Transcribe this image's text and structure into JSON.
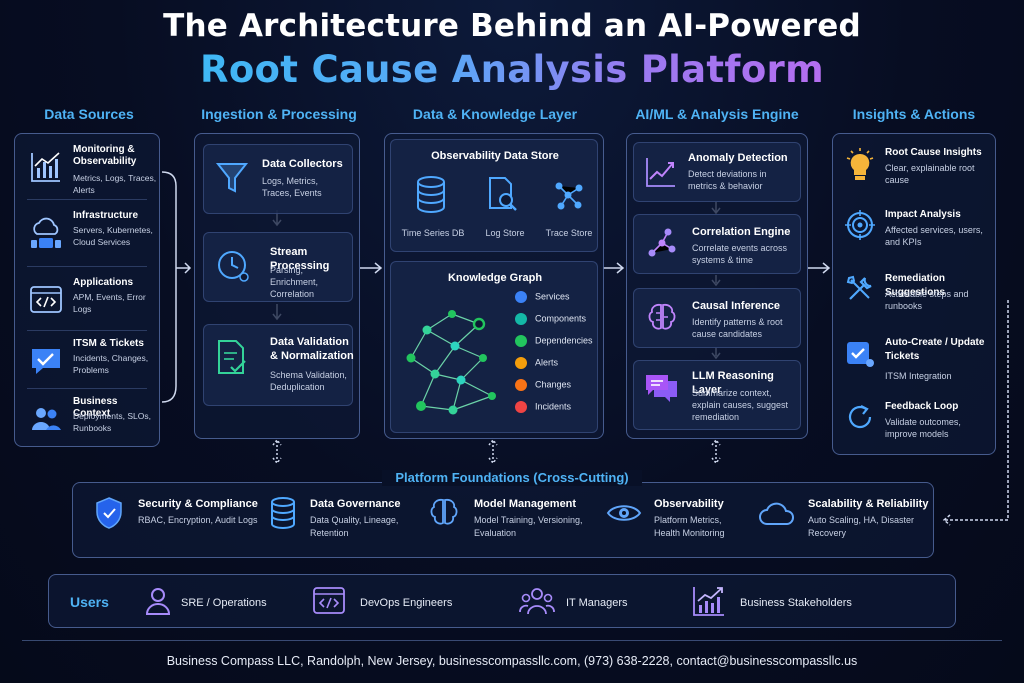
{
  "title": {
    "line1": "The Architecture Behind an AI-Powered",
    "line2": "Root Cause Analysis Platform"
  },
  "columns": {
    "data_sources": "Data Sources",
    "ingestion": "Ingestion & Processing",
    "knowledge": "Data & Knowledge Layer",
    "ai_engine": "AI/ML & Analysis Engine",
    "insights": "Insights & Actions"
  },
  "data_sources": [
    {
      "title": "Monitoring & Observability",
      "desc": "Metrics, Logs, Traces, Alerts",
      "icon": "chart-icon"
    },
    {
      "title": "Infrastructure",
      "desc": "Servers, Kubernetes, Cloud Services",
      "icon": "cloud-server-icon"
    },
    {
      "title": "Applications",
      "desc": "APM, Events, Error Logs",
      "icon": "code-window-icon"
    },
    {
      "title": "ITSM & Tickets",
      "desc": "Incidents, Changes, Problems",
      "icon": "ticket-chat-icon"
    },
    {
      "title": "Business Context",
      "desc": "Deployments, SLOs, Runbooks",
      "icon": "users-icon"
    }
  ],
  "ingestion": [
    {
      "title": "Data Collectors",
      "desc": "Logs, Metrics, Traces, Events",
      "icon": "funnel-icon"
    },
    {
      "title": "Stream Processing",
      "desc": "Parsing, Enrichment, Correlation",
      "icon": "clock-icon"
    },
    {
      "title": "Data Validation & Normalization",
      "desc": "Schema Validation, Deduplication",
      "icon": "document-check-icon"
    }
  ],
  "knowledge": {
    "store_title": "Observability Data Store",
    "stores": [
      {
        "label": "Time Series DB",
        "icon": "database-icon"
      },
      {
        "label": "Log Store",
        "icon": "log-search-icon"
      },
      {
        "label": "Trace Store",
        "icon": "trace-graph-icon"
      }
    ],
    "graph_title": "Knowledge Graph",
    "legend": [
      {
        "label": "Services",
        "color": "#3b82f6",
        "icon": "gear-icon"
      },
      {
        "label": "Components",
        "color": "#14b8a6",
        "icon": "cube-icon"
      },
      {
        "label": "Dependencies",
        "color": "#22c55e",
        "icon": "link-icon"
      },
      {
        "label": "Alerts",
        "color": "#f59e0b",
        "icon": "alert-icon"
      },
      {
        "label": "Changes",
        "color": "#f97316",
        "icon": "change-icon"
      },
      {
        "label": "Incidents",
        "color": "#ef4444",
        "icon": "incident-icon"
      }
    ]
  },
  "ai_engine": [
    {
      "title": "Anomaly Detection",
      "desc": "Detect deviations in metrics & behavior",
      "icon": "anomaly-chart-icon"
    },
    {
      "title": "Correlation Engine",
      "desc": "Correlate events across systems & time",
      "icon": "correlation-icon"
    },
    {
      "title": "Causal Inference",
      "desc": "Identify patterns & root cause candidates",
      "icon": "brain-icon"
    },
    {
      "title": "LLM Reasoning Layer",
      "desc": "Summarize context, explain causes, suggest remediation",
      "icon": "chat-bubbles-icon"
    }
  ],
  "insights": [
    {
      "title": "Root Cause Insights",
      "desc": "Clear, explainable root cause",
      "icon": "lightbulb-icon"
    },
    {
      "title": "Impact Analysis",
      "desc": "Affected services, users, and KPIs",
      "icon": "target-icon"
    },
    {
      "title": "Remediation Suggestions",
      "desc": "Actionable steps and runbooks",
      "icon": "tools-icon"
    },
    {
      "title": "Auto-Create / Update Tickets",
      "desc": "ITSM Integration",
      "icon": "ticket-check-icon"
    },
    {
      "title": "Feedback Loop",
      "desc": "Validate outcomes, improve models",
      "icon": "refresh-icon"
    }
  ],
  "foundations": {
    "title": "Platform Foundations (Cross-Cutting)",
    "items": [
      {
        "title": "Security & Compliance",
        "desc": "RBAC, Encryption, Audit Logs",
        "icon": "shield-icon"
      },
      {
        "title": "Data Governance",
        "desc": "Data Quality, Lineage, Retention",
        "icon": "database-icon"
      },
      {
        "title": "Model Management",
        "desc": "Model Training, Versioning, Evaluation",
        "icon": "brain-icon"
      },
      {
        "title": "Observability",
        "desc": "Platform Metrics, Health Monitoring",
        "icon": "eye-icon"
      },
      {
        "title": "Scalability & Reliability",
        "desc": "Auto Scaling, HA, Disaster Recovery",
        "icon": "cloud-icon"
      }
    ]
  },
  "users": {
    "label": "Users",
    "items": [
      {
        "label": "SRE / Operations",
        "icon": "person-icon"
      },
      {
        "label": "DevOps Engineers",
        "icon": "code-window-icon"
      },
      {
        "label": "IT Managers",
        "icon": "team-icon"
      },
      {
        "label": "Business Stakeholders",
        "icon": "growth-chart-icon"
      }
    ]
  },
  "footer": "Business Compass LLC, Randolph, New Jersey, businesscompassllc.com, (973) 638-2228, contact@businesscompassllc.us"
}
